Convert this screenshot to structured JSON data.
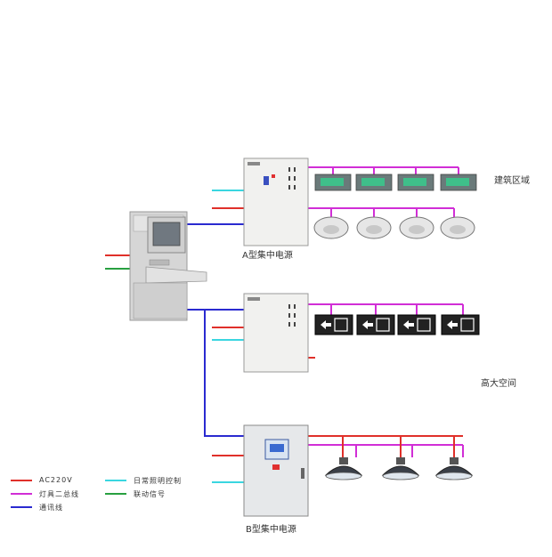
{
  "labels": {
    "box_a": "A型集中电源",
    "box_b": "B型集中电源",
    "area_1": "建筑区域",
    "area_2": "高大空间"
  },
  "legend": [
    {
      "text": "AC220V",
      "color": "#e0302a"
    },
    {
      "text": "灯具二总线",
      "color": "#d12ed6"
    },
    {
      "text": "通讯线",
      "color": "#2a2ad0"
    },
    {
      "text": "日常照明控制",
      "color": "#3ad6e0"
    },
    {
      "text": "联动信号",
      "color": "#28a040"
    }
  ],
  "colors": {
    "ac220v": "#e0302a",
    "bus": "#d12ed6",
    "comm": "#2a2ad0",
    "daily": "#3ad6e0",
    "link": "#28a040",
    "cabinet": "#efefef",
    "console": "#d4d4d4"
  },
  "devices": {
    "row1": "display-light",
    "row2": "dome-light",
    "row3": "exit-sign",
    "row4": "high-bay-light"
  }
}
